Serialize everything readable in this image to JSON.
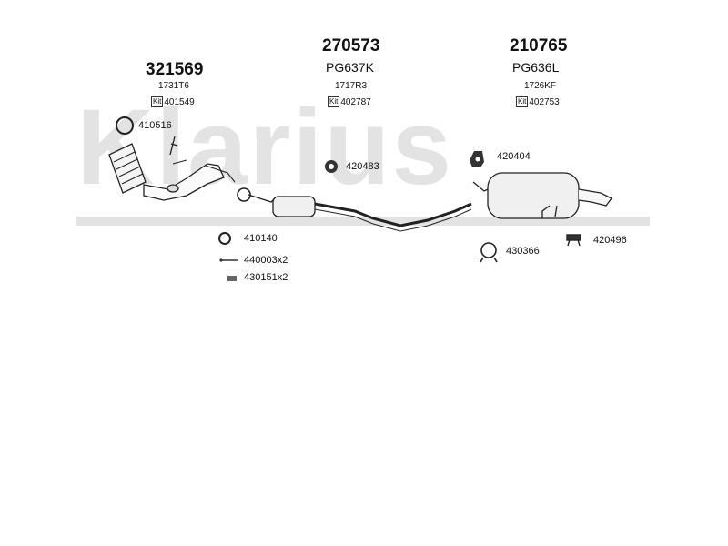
{
  "watermark": "Klarius",
  "groups": [
    {
      "number": "321569",
      "code": "",
      "ref": "1731T6",
      "kit_tag": "Kit",
      "kit": "401549"
    },
    {
      "number": "270573",
      "code": "PG637K",
      "ref": "1717R3",
      "kit_tag": "Kit",
      "kit": "402787"
    },
    {
      "number": "210765",
      "code": "PG636L",
      "ref": "1726KF",
      "kit_tag": "Kit",
      "kit": "402753"
    }
  ],
  "parts": {
    "p410516": "410516",
    "p420483": "420483",
    "p420404": "420404",
    "p410140": "410140",
    "p440003": "440003x2",
    "p430151": "430151x2",
    "p430366": "430366",
    "p420496": "420496"
  }
}
